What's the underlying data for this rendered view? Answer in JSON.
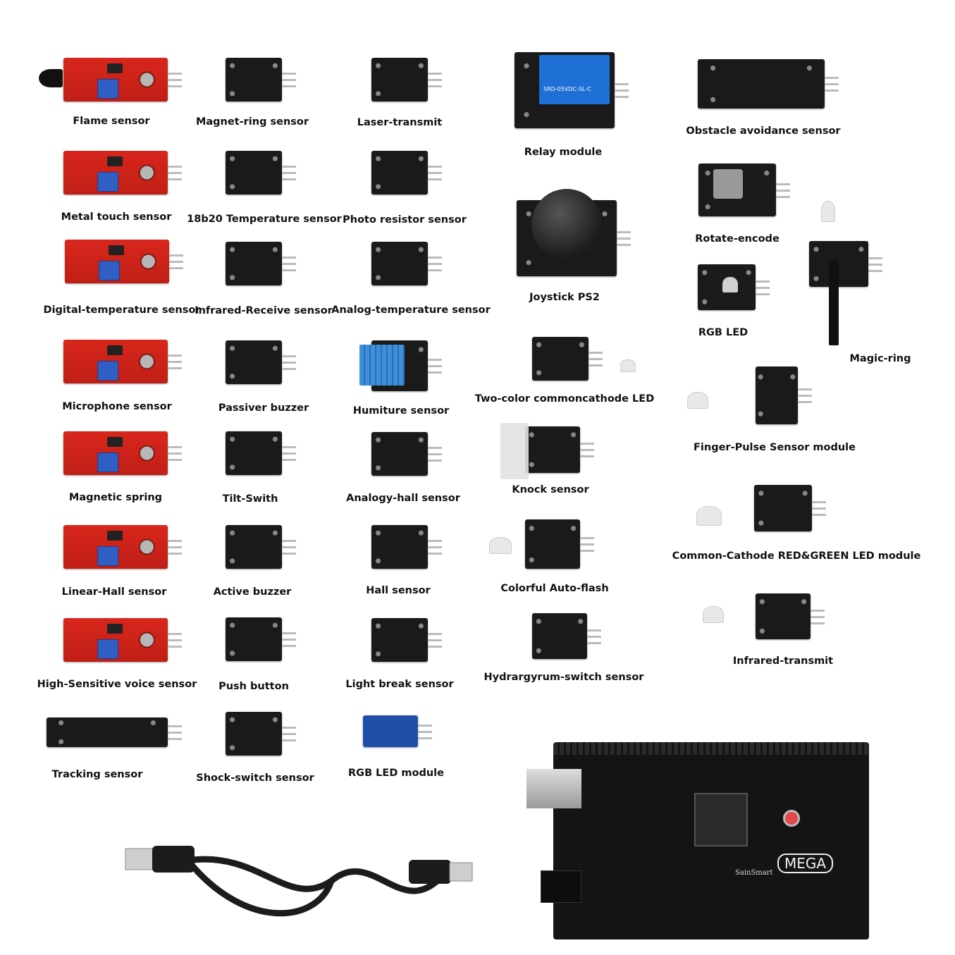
{
  "labels": {
    "col1": [
      "Flame sensor",
      "Metal touch sensor",
      "Digital-temperature sensor",
      "Microphone sensor",
      "Magnetic spring",
      "Linear-Hall sensor",
      "High-Sensitive voice sensor",
      "Tracking sensor"
    ],
    "col2": [
      "Magnet-ring sensor",
      "18b20 Temperature sensor",
      "Infrared-Receive sensor",
      "Passiver buzzer",
      "Tilt-Swith",
      "Active buzzer",
      "Push button",
      "Shock-switch sensor"
    ],
    "col3": [
      "Laser-transmit",
      "Photo resistor sensor",
      "Analog-temperature sensor",
      "Humiture sensor",
      "Analogy-hall sensor",
      "Hall sensor",
      "Light break sensor",
      "RGB LED module"
    ],
    "col4": [
      "Relay module",
      "Joystick PS2",
      "Two-color commoncathode LED",
      "Knock sensor",
      "Colorful Auto-flash",
      "Hydrargyrum-switch sensor"
    ],
    "col5": [
      "Obstacle avoidance sensor",
      "Rotate-encode",
      "RGB LED",
      "Magic-ring",
      "Finger-Pulse Sensor module",
      "Common-Cathode RED&GREEN LED module",
      "Infrared-transmit"
    ]
  },
  "board_markings": {
    "relay": "SRD-05VDC-SL-C",
    "mega_logo": "MEGA",
    "mega_brand": "SainSmart"
  },
  "colors": {
    "red_board": "#d8261c",
    "black_board": "#1a1a1a",
    "relay_blue": "#1e6fd6",
    "label_text": "#111111"
  }
}
